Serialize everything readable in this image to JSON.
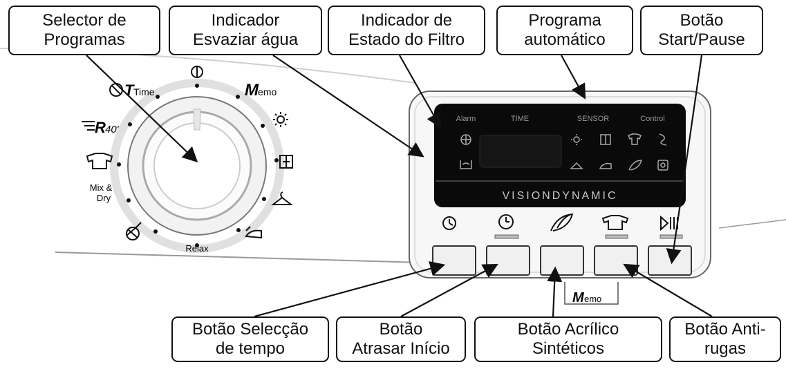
{
  "callouts": {
    "program_selector": [
      "Selector de",
      "Programas"
    ],
    "drain_indicator": [
      "Indicador",
      "Esvaziar água"
    ],
    "filter_indicator": [
      "Indicador de",
      "Estado do Filtro"
    ],
    "auto_program": [
      "Programa",
      "automático"
    ],
    "start_pause": [
      "Botão",
      "Start/Pause"
    ],
    "time_select": [
      "Botão  Selecção",
      "de tempo"
    ],
    "delay_start": [
      "Botão",
      "Atrasar Início"
    ],
    "acrylic": [
      "Botão Acrílico",
      "Sintéticos"
    ],
    "anti_wrinkle": [
      "Botão Anti-",
      "rugas"
    ]
  },
  "dial": {
    "time": "Time",
    "r40": "R",
    "r40_suffix": "40'",
    "memo": "emo",
    "memo_initial": "M",
    "mix": "Mix &",
    "dry": "Dry",
    "relax": "Relax"
  },
  "display": {
    "alarm": "Alarm",
    "time": "TIME",
    "sensor": "SENSOR",
    "control": "Control",
    "brand": "VISIONDYNAMIC"
  },
  "memo_label": {
    "initial": "M",
    "rest": "emo"
  }
}
